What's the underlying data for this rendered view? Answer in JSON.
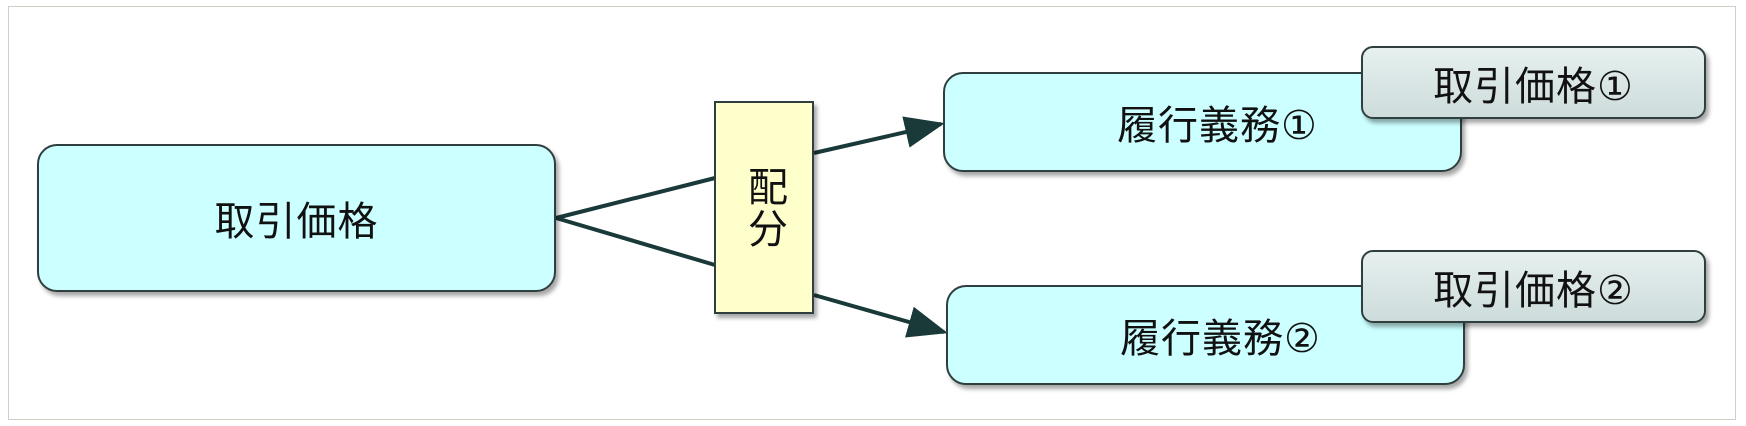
{
  "source": {
    "label": "取引価格"
  },
  "allocation": {
    "label": "配分"
  },
  "obligations": [
    {
      "label": "履行義務①",
      "price_tag": "取引価格①"
    },
    {
      "label": "履行義務②",
      "price_tag": "取引価格②"
    }
  ],
  "colors": {
    "box_fill": "#ccffff",
    "allocation_fill": "#ffffcc",
    "tag_fill": "#d9e6e5",
    "stroke": "#2f3f3f",
    "line": "#1a3a3a"
  }
}
